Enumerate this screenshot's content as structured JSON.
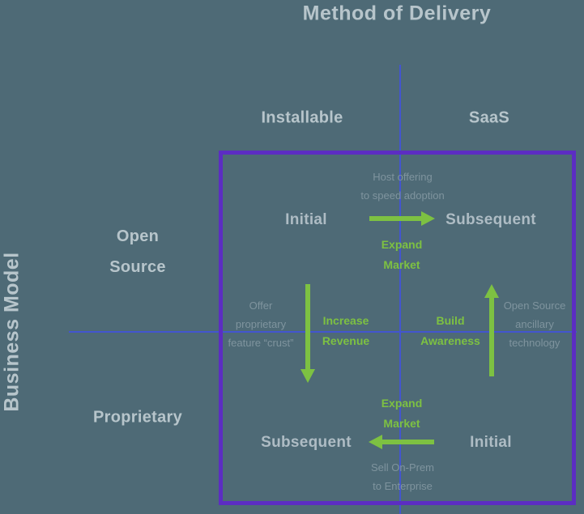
{
  "colors": {
    "bg": "#4e6a76",
    "heading": "#b7c5cb",
    "quad": "#aebcc4",
    "muted": "#7f949e",
    "green": "#7dc142",
    "purple": "#5c2dc2",
    "axis": "#4355d0"
  },
  "title": "Method of Delivery",
  "axis": {
    "y_title": "Business Model",
    "col_left": "Installable",
    "col_right": "SaaS",
    "row_top": [
      "Open",
      "Source"
    ],
    "row_bottom": "Proprietary"
  },
  "quadrants": {
    "open_installable": "Initial",
    "open_saas": "Subsequent",
    "proprietary_installable": "Subsequent",
    "proprietary_saas": "Initial"
  },
  "transitions": {
    "expand_market_top": [
      "Expand",
      "Market"
    ],
    "increase_revenue": [
      "Increase",
      "Revenue"
    ],
    "build_awareness": [
      "Build",
      "Awareness"
    ],
    "expand_market_bottom": [
      "Expand",
      "Market"
    ]
  },
  "annotations": {
    "host_offering": [
      "Host offering",
      "to speed adoption"
    ],
    "proprietary_crust": [
      "Offer",
      "proprietary",
      "feature “crust”"
    ],
    "ancillary_tech": [
      "Open Source",
      "ancillary",
      "technology"
    ],
    "sell_onprem": [
      "Sell On-Prem",
      "to Enterprise"
    ]
  }
}
